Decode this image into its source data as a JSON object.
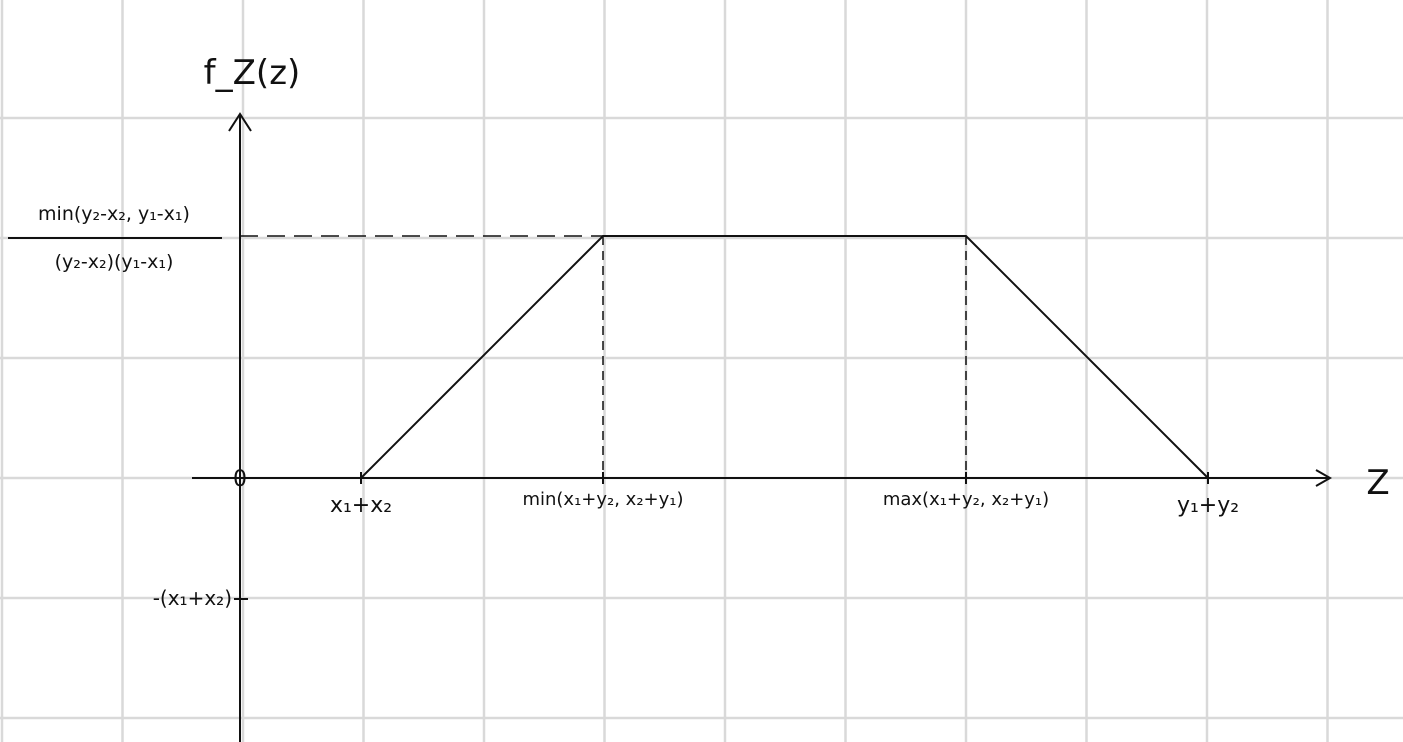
{
  "chart_data": {
    "type": "line",
    "title": "",
    "ylabel": "f_Z(z)",
    "xlabel": "Z",
    "origin_label": "0",
    "x_ticks": [
      {
        "label": "x₁+x₂",
        "x": 1
      },
      {
        "label": "min(x₁+y₂, x₂+y₁)",
        "x": 3
      },
      {
        "label": "max(x₁+y₂, x₂+y₁)",
        "x": 6
      },
      {
        "label": "y₁+y₂",
        "x": 8
      }
    ],
    "y_ticks": [
      {
        "label": "-(x₁+x₂)",
        "y": -1
      }
    ],
    "y_fraction_label": {
      "numerator": "min(y₂-x₂, y₁-x₁)",
      "denominator": "(y₂-x₂)(y₁-x₁)",
      "y": 2
    },
    "series": [
      {
        "points": [
          {
            "x": 1,
            "y": 0
          },
          {
            "x": 3,
            "y": 2
          },
          {
            "x": 6,
            "y": 2
          },
          {
            "x": 8,
            "y": 0
          }
        ]
      }
    ],
    "xlim": [
      -0.4,
      9
    ],
    "ylim": [
      -2.2,
      3.0
    ],
    "grid": true,
    "colors": {
      "line": "#111111",
      "grid": "#d9d9d9",
      "background": "#ffffff"
    }
  }
}
